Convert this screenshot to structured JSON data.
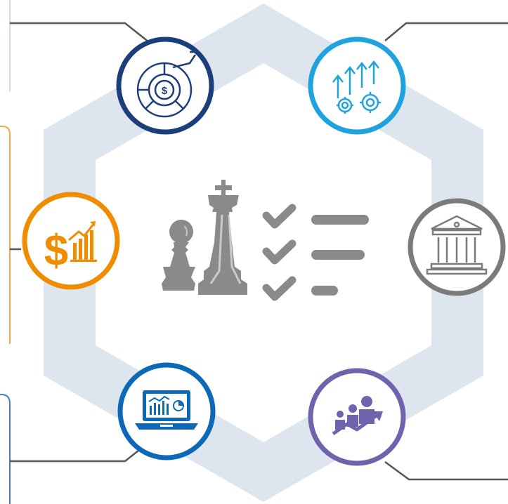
{
  "diagram": {
    "center": {
      "icons": [
        "pawn-icon",
        "king-icon",
        "checkmark-icon",
        "checkmark-icon",
        "checkmark-icon",
        "line-item-icon"
      ]
    },
    "nodes": [
      {
        "id": "top-left",
        "icon": "dollar-pie-chart-icon",
        "color": "#1c3f7c"
      },
      {
        "id": "top-right",
        "icon": "arrows-up-gears-icon",
        "color": "#1fa3e0"
      },
      {
        "id": "middle-left",
        "icon": "dollar-bar-chart-icon",
        "color": "#f08c00"
      },
      {
        "id": "middle-right",
        "icon": "bank-building-icon",
        "color": "#7b7b7b"
      },
      {
        "id": "bottom-left",
        "icon": "laptop-analytics-icon",
        "color": "#0b69b7"
      },
      {
        "id": "bottom-right",
        "icon": "people-growth-arrow-icon",
        "color": "#6f63ad"
      }
    ],
    "colors": {
      "hexagon": "#dde5ee",
      "connector": "#555555",
      "center_icon": "#8a8a8a",
      "card_left_top": "#f39a3a",
      "card_left_bottom": "#4a7fc1"
    }
  }
}
